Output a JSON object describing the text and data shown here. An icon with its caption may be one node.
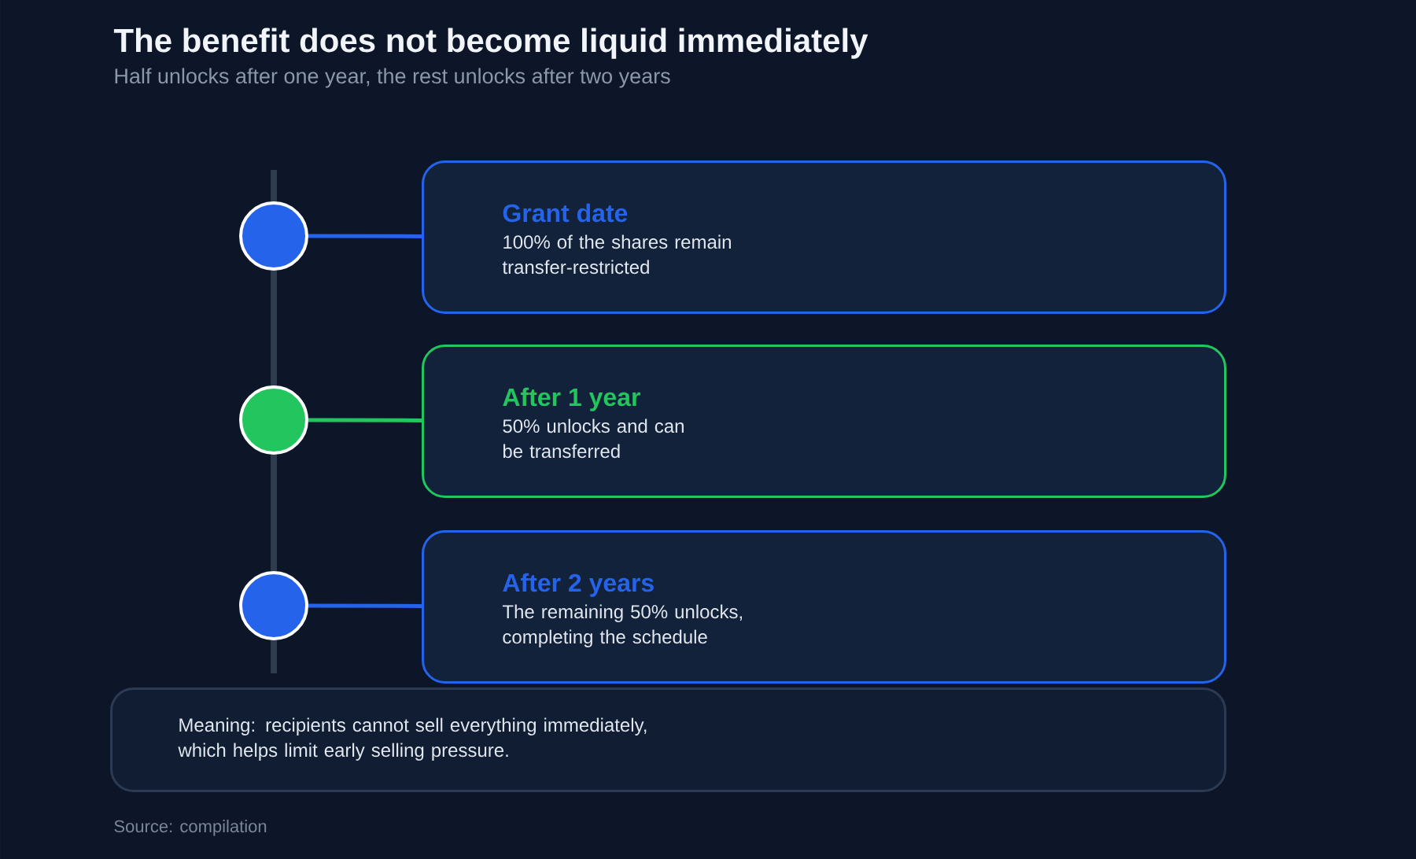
{
  "diagram": {
    "title": "The benefit does not become liquid immediately",
    "nodes": [
      {
        "text": [],
        "shape": "circle"
      },
      {
        "text": [
          "Grant date",
          "100% of the shares remain transfer-restricted"
        ]
      },
      {
        "text": [],
        "shape": "circle"
      },
      {
        "text": [
          "After 1 year",
          "50% unlocks and can be transferred"
        ]
      },
      {
        "text": [],
        "shape": "circle"
      },
      {
        "text": [
          "After 2 years",
          "The remaining 50% unlocks, completing the schedule"
        ]
      },
      {
        "text": [
          "Meaning: recipients cannot sell everything immediately, which helps limit early selling pressure."
        ]
      }
    ],
    "edges": [
      {
        "from": 0,
        "to": 1,
        "arrow": "none"
      },
      {
        "from": 2,
        "to": 3,
        "arrow": "none",
        "color": "#22c55e"
      },
      {
        "from": 4,
        "to": 5,
        "arrow": "none"
      }
    ],
    "labels": [
      "Half unlocks after one year, the rest unlocks after two years",
      "Source: compilation"
    ]
  }
}
